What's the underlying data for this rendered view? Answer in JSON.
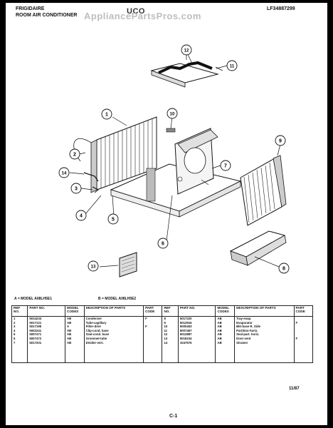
{
  "header": {
    "brand": "FRIGIDAIRE",
    "product": "ROOM AIR CONDITIONER",
    "middle_text": "UCO",
    "model_code": "LF34887299"
  },
  "watermark": "AppliancePartsPros.com",
  "callouts": [
    "1",
    "2",
    "3",
    "4",
    "5",
    "6",
    "7",
    "8",
    "9",
    "10",
    "11",
    "12",
    "13",
    "14"
  ],
  "models": {
    "a": "A = MODEL A08LH5E1",
    "b": "B = MODEL A08LH5E2"
  },
  "table": {
    "headers": {
      "ref": "REF NO.",
      "part": "PART NO.",
      "model": "MODEL CODES",
      "desc": "DESCRIPTION OF PARTS",
      "code": "PART CODE"
    },
    "left_rows": [
      {
        "ref": "1",
        "part": "5014234",
        "model": "AB",
        "desc": "Condenser",
        "code": "F"
      },
      {
        "ref": "2",
        "part": "5017121",
        "model": "AB",
        "desc": "Tube-capillary",
        "code": ""
      },
      {
        "ref": "3",
        "part": "5017195",
        "model": "A",
        "desc": "Filter-drier",
        "code": "F"
      },
      {
        "ref": "4",
        "part": "5002241",
        "model": "AB",
        "desc": "Clip-cond. base",
        "code": ""
      },
      {
        "ref": "5",
        "part": "5007471",
        "model": "AB",
        "desc": "Seal-cond. base",
        "code": ""
      },
      {
        "ref": "6",
        "part": "5007472",
        "model": "AB",
        "desc": "Grommet-tube",
        "code": ""
      },
      {
        "ref": "7",
        "part": "5017201",
        "model": "AB",
        "desc": "Divider-vert.",
        "code": ""
      }
    ],
    "right_rows": [
      {
        "ref": "8",
        "part": "5017220",
        "model": "AB",
        "desc": "Tray-evap.",
        "code": ""
      },
      {
        "ref": "9",
        "part": "5012916",
        "model": "AB",
        "desc": "Evaporator",
        "code": "F"
      },
      {
        "ref": "10",
        "part": "5000453",
        "model": "AB",
        "desc": "Bkt-base R. Side",
        "code": ""
      },
      {
        "ref": "11",
        "part": "5007467",
        "model": "AB",
        "desc": "Partition-horiz.",
        "code": ""
      },
      {
        "ref": "12",
        "part": "5012887",
        "model": "AB",
        "desc": "Seal-part. horiz.",
        "code": ""
      },
      {
        "ref": "13",
        "part": "5016234",
        "model": "AB",
        "desc": "Door-vent",
        "code": "F"
      },
      {
        "ref": "14",
        "part": "1047576",
        "model": "AB",
        "desc": "Strainer",
        "code": ""
      }
    ]
  },
  "footer": {
    "date": "11/87",
    "page": "C-1"
  }
}
